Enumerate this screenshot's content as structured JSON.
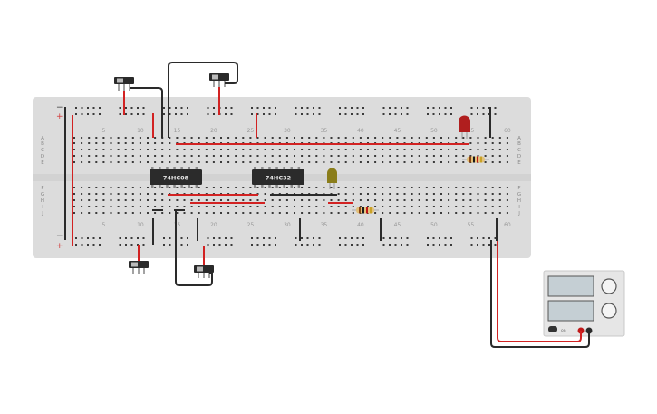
{
  "breadboard": {
    "column_numbers": [
      "5",
      "10",
      "15",
      "20",
      "25",
      "30",
      "35",
      "40",
      "45",
      "50",
      "55",
      "60"
    ],
    "row_letters_top": [
      "A",
      "B",
      "C",
      "D",
      "E"
    ],
    "row_letters_bottom": [
      "F",
      "G",
      "H",
      "I",
      "J"
    ],
    "rail_plus": "+",
    "rail_minus": "−"
  },
  "chips": [
    {
      "id": "u1",
      "label": "74HC08"
    },
    {
      "id": "u2",
      "label": "74HC32"
    }
  ],
  "leds": [
    {
      "id": "led-red",
      "color": "#b01e1e"
    },
    {
      "id": "led-yellow",
      "color": "#8a7d1a"
    }
  ],
  "power_supply": {
    "on_label": "on"
  },
  "colors": {
    "board": "#dcdcdc",
    "hole": "#3a3a3a",
    "wire_red": "#d22222",
    "wire_black": "#2a2a2a",
    "chip": "#2b2b2b"
  }
}
